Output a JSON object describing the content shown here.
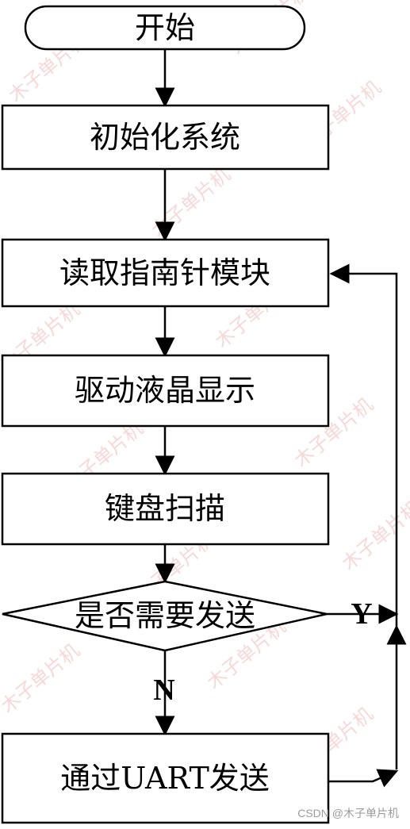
{
  "nodes": {
    "start": "开始",
    "init": "初始化系统",
    "read": "读取指南针模块",
    "display": "驱动液晶显示",
    "keyboard": "键盘扫描",
    "decision": "是否需要发送",
    "send": "通过UART发送"
  },
  "branches": {
    "yes": "Y",
    "no": "N"
  },
  "watermark": "木子单片机",
  "credit": "CSDN @木子单片机",
  "colors": {
    "line": "#000000",
    "watermark": "#f2b8b8"
  }
}
